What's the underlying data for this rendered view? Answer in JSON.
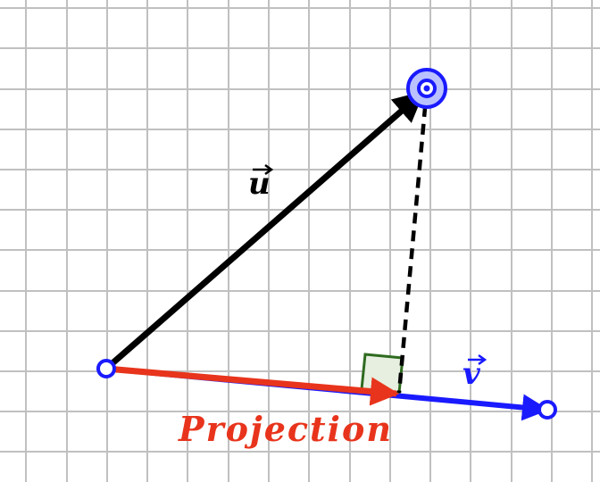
{
  "diagram": {
    "vector_u_label": "u",
    "vector_v_label": "v",
    "projection_label": "Projection",
    "colors": {
      "grid": "#c0c0c0",
      "vector_u": "#000000",
      "vector_v": "#1a1aff",
      "projection": "#e8341c",
      "right_angle_stroke": "#2e6b1f",
      "right_angle_fill": "#e6efe0",
      "point_stroke": "#1a1aff",
      "point_fill_light": "#b9c2ff"
    }
  }
}
